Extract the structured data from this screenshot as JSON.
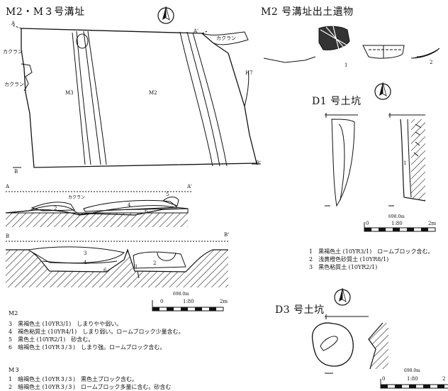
{
  "titles": {
    "main": "M2・M３号溝址",
    "artifacts": "M2 号溝址出土遺物",
    "d1": "D1 号土坑",
    "d3": "D3 号土坑"
  },
  "plan_labels": {
    "a": "A",
    "a_prime": "A'",
    "b": "B",
    "b_prime": "B'",
    "kakuran_top": "カクラン",
    "kakuran_left1": "カクラン",
    "kakuran_left2": "カクラン",
    "m3": "M3",
    "m2": "M2",
    "h7": "H7"
  },
  "section_a": {
    "a": "A",
    "a_prime": "A'",
    "kakuran": "カクラン",
    "layers": [
      "2",
      "4",
      "5",
      "6"
    ]
  },
  "section_b": {
    "b": "B",
    "b_prime": "B'",
    "layers": [
      "3",
      "4",
      "6",
      "1",
      "2"
    ]
  },
  "scale_main": {
    "elev": "698.0m",
    "start": "0",
    "mid": "1:80",
    "end": "2m"
  },
  "scale_d1": {
    "elev": "698.0m",
    "start": "0",
    "mid": "1:80",
    "end": "2m"
  },
  "scale_d3": {
    "elev": "698.0m",
    "start": "0",
    "mid": "1:80",
    "end": "2"
  },
  "artifact_nums": {
    "one": "1",
    "two": "2"
  },
  "d1_section_label": "1",
  "d1_legend": [
    "1　黒褐色土 (10YR3/1)　ロームブロック含む。",
    "2　浅黄橙色砂質土 (10YR8/1)",
    "3　黒色粘質土 (10YR2/1)"
  ],
  "m2_legend": {
    "head": "M2",
    "lines": [
      "3　黒褐色土 (10YR3/1)　しまりやや弱い。",
      "4　褐色粘質土 (10YR4/1)　しまり弱い。ロームブロック少量含む。",
      "5　黒色土 (10YR2/1)　砂含む。",
      "6　暗褐色土 (10YR３/３)　しまり強。ロームブロック含む。"
    ]
  },
  "m3_legend": {
    "head": "M３",
    "lines": [
      "1　暗褐色土 (10YR３/３)　黒色土ブロック含む。",
      "2　暗褐色土 (10YR３/３)　ロームブロック多量に含む。砂含む"
    ]
  }
}
